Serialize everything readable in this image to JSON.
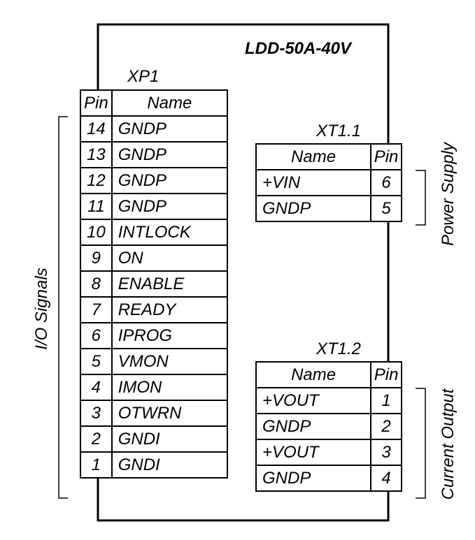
{
  "module": {
    "title": "LDD-50A-40V"
  },
  "xp1": {
    "label": "XP1",
    "headers": {
      "pin": "Pin",
      "name": "Name"
    },
    "rows": [
      {
        "pin": "14",
        "name": "GNDP"
      },
      {
        "pin": "13",
        "name": "GNDP"
      },
      {
        "pin": "12",
        "name": "GNDP"
      },
      {
        "pin": "11",
        "name": "GNDP"
      },
      {
        "pin": "10",
        "name": "INTLOCK"
      },
      {
        "pin": "9",
        "name": "ON"
      },
      {
        "pin": "8",
        "name": "ENABLE"
      },
      {
        "pin": "7",
        "name": "READY"
      },
      {
        "pin": "6",
        "name": "IPROG"
      },
      {
        "pin": "5",
        "name": "VMON"
      },
      {
        "pin": "4",
        "name": "IMON"
      },
      {
        "pin": "3",
        "name": "OTWRN"
      },
      {
        "pin": "2",
        "name": "GNDI"
      },
      {
        "pin": "1",
        "name": "GNDI"
      }
    ]
  },
  "xt11": {
    "label": "XT1.1",
    "headers": {
      "name": "Name",
      "pin": "Pin"
    },
    "rows": [
      {
        "name": "+VIN",
        "pin": "6"
      },
      {
        "name": "GNDP",
        "pin": "5"
      }
    ]
  },
  "xt12": {
    "label": "XT1.2",
    "headers": {
      "name": "Name",
      "pin": "Pin"
    },
    "rows": [
      {
        "name": "+VOUT",
        "pin": "1"
      },
      {
        "name": "GNDP",
        "pin": "2"
      },
      {
        "name": "+VOUT",
        "pin": "3"
      },
      {
        "name": "GNDP",
        "pin": "4"
      }
    ]
  },
  "groups": {
    "io_signals": "I/O Signals",
    "power_supply": "Power Supply",
    "current_output": "Current Output"
  }
}
